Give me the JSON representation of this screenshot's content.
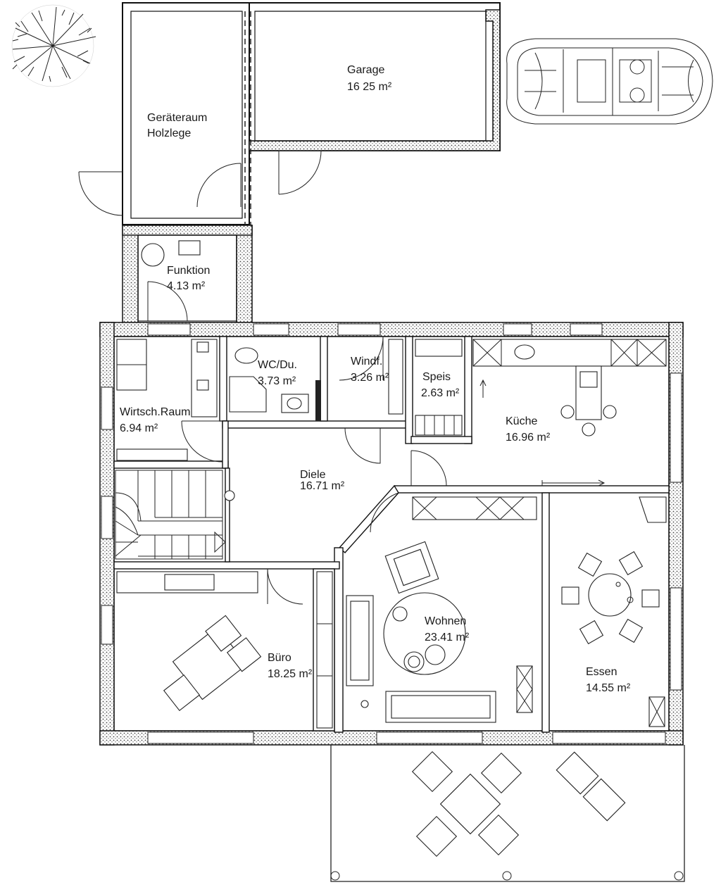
{
  "plan": {
    "rooms": [
      {
        "id": "geraeteraum",
        "name": "Geräteraum",
        "name2": "Holzlege",
        "area": ""
      },
      {
        "id": "garage",
        "name": "Garage",
        "area": "16 25 m²"
      },
      {
        "id": "funktion",
        "name": "Funktion",
        "area": "4.13 m²"
      },
      {
        "id": "wc",
        "name": "WC/Du.",
        "area": "3.73 m²"
      },
      {
        "id": "windfang",
        "name": "Windf.",
        "area": "3.26 m²"
      },
      {
        "id": "speis",
        "name": "Speis",
        "area": "2.63 m²"
      },
      {
        "id": "kueche",
        "name": "Küche",
        "area": "16.96 m²"
      },
      {
        "id": "wirtschaftsraum",
        "name": "Wirtsch.Raum",
        "area": "6.94 m²"
      },
      {
        "id": "diele",
        "name": "Diele",
        "area": "16.71 m²"
      },
      {
        "id": "wohnen",
        "name": "Wohnen",
        "area": "23.41 m²"
      },
      {
        "id": "buero",
        "name": "Büro",
        "area": "18.25 m²"
      },
      {
        "id": "essen",
        "name": "Essen",
        "area": "14.55 m²"
      }
    ],
    "colors": {
      "ink": "#111111",
      "background": "#ffffff",
      "hatch": "#555555"
    }
  }
}
